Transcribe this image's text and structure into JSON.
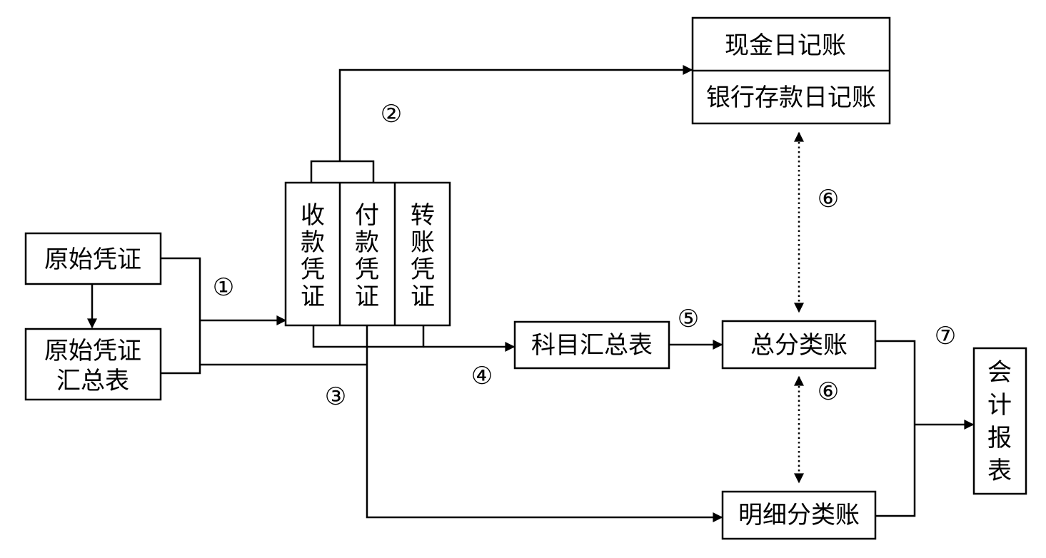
{
  "nodes": {
    "original_voucher": "原始凭证",
    "original_summary_line1": "原始凭证",
    "original_summary_line2": "汇总表",
    "receipt_voucher": [
      "收",
      "款",
      "凭",
      "证"
    ],
    "payment_voucher": [
      "付",
      "款",
      "凭",
      "证"
    ],
    "transfer_voucher": [
      "转",
      "账",
      "凭",
      "证"
    ],
    "cash_journal": "现金日记账",
    "bank_journal": "银行存款日记账",
    "subject_summary": "科目汇总表",
    "general_ledger": "总分类账",
    "detail_ledger": "明细分类账",
    "report": [
      "会",
      "计",
      "报",
      "表"
    ]
  },
  "steps": {
    "s1": "①",
    "s2": "②",
    "s3": "③",
    "s4": "④",
    "s5": "⑤",
    "s6a": "⑥",
    "s6b": "⑥",
    "s7": "⑦"
  }
}
